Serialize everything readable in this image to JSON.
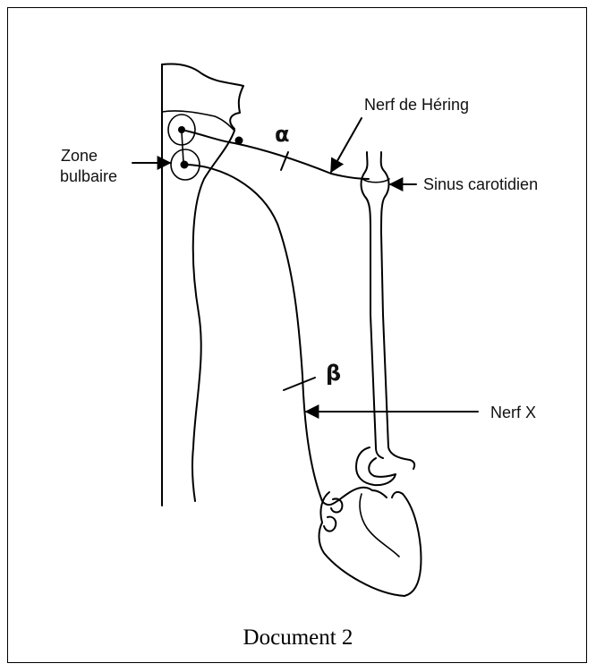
{
  "labels": {
    "alpha": "α",
    "beta": "β",
    "nerf_hering": "Nerf de Héring",
    "sinus": "Sinus carotidien",
    "zone_line1": "Zone",
    "zone_line2": "bulbaire",
    "nerf_x": "Nerf X"
  },
  "caption": "Document 2"
}
